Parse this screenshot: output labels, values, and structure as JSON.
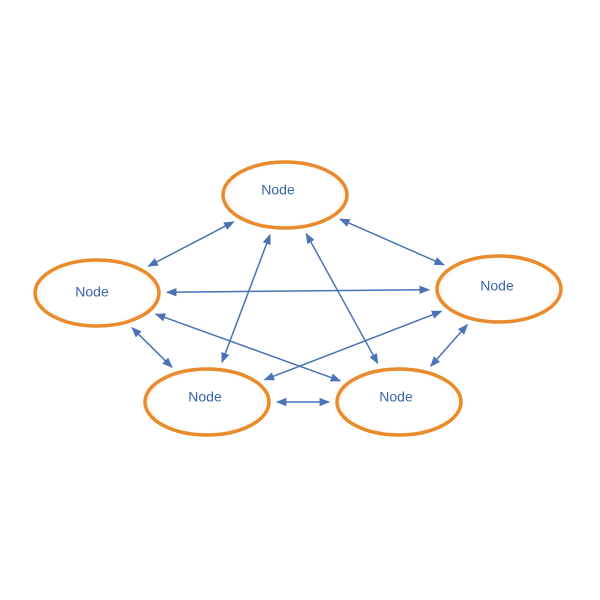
{
  "diagram": {
    "nodes": [
      {
        "id": "top",
        "label": "Node"
      },
      {
        "id": "left",
        "label": "Node"
      },
      {
        "id": "right",
        "label": "Node"
      },
      {
        "id": "bottom-left",
        "label": "Node"
      },
      {
        "id": "bottom-right",
        "label": "Node"
      }
    ],
    "edges": [
      {
        "from": "top",
        "to": "left"
      },
      {
        "from": "top",
        "to": "right"
      },
      {
        "from": "top",
        "to": "bottom-left"
      },
      {
        "from": "top",
        "to": "bottom-right"
      },
      {
        "from": "left",
        "to": "right"
      },
      {
        "from": "left",
        "to": "bottom-left"
      },
      {
        "from": "left",
        "to": "bottom-right"
      },
      {
        "from": "right",
        "to": "bottom-left"
      },
      {
        "from": "right",
        "to": "bottom-right"
      },
      {
        "from": "bottom-left",
        "to": "bottom-right"
      }
    ],
    "colors": {
      "node_border": "#e98a2c",
      "node_fill": "#ffffff",
      "label_text": "#3b63a8",
      "edge": "#4a72b5"
    }
  }
}
